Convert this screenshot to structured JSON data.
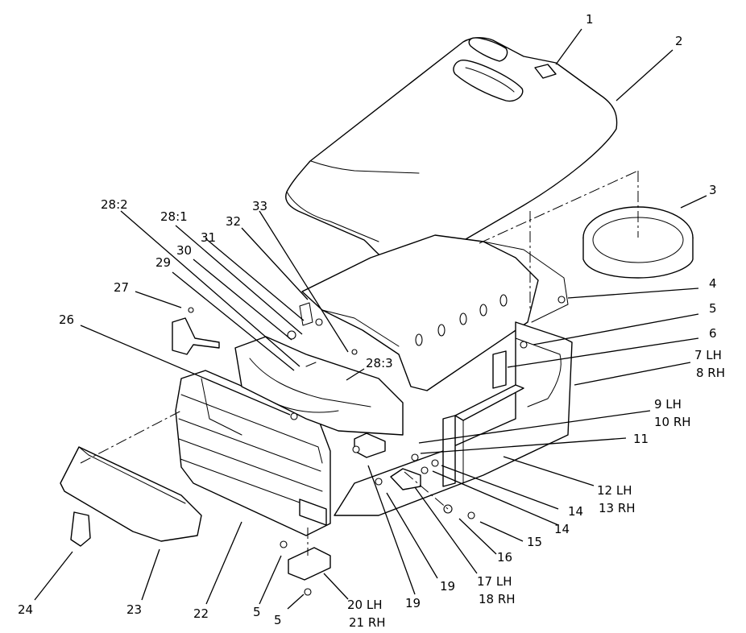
{
  "diagram": {
    "callouts": [
      {
        "id": "c1",
        "text": "1"
      },
      {
        "id": "c2",
        "text": "2"
      },
      {
        "id": "c3",
        "text": "3"
      },
      {
        "id": "c4",
        "text": "4"
      },
      {
        "id": "c5a",
        "text": "5"
      },
      {
        "id": "c6",
        "text": "6"
      },
      {
        "id": "c7",
        "text": "7 LH"
      },
      {
        "id": "c8",
        "text": "8 RH"
      },
      {
        "id": "c9",
        "text": "9 LH"
      },
      {
        "id": "c10",
        "text": "10 RH"
      },
      {
        "id": "c11",
        "text": "11"
      },
      {
        "id": "c12",
        "text": "12 LH"
      },
      {
        "id": "c13",
        "text": "13 RH"
      },
      {
        "id": "c14a",
        "text": "14"
      },
      {
        "id": "c14b",
        "text": "14"
      },
      {
        "id": "c15",
        "text": "15"
      },
      {
        "id": "c16",
        "text": "16"
      },
      {
        "id": "c17",
        "text": "17 LH"
      },
      {
        "id": "c18",
        "text": "18 RH"
      },
      {
        "id": "c19a",
        "text": "19"
      },
      {
        "id": "c19b",
        "text": "19"
      },
      {
        "id": "c20",
        "text": "20 LH"
      },
      {
        "id": "c21",
        "text": "21 RH"
      },
      {
        "id": "c5b",
        "text": "5"
      },
      {
        "id": "c5c",
        "text": "5"
      },
      {
        "id": "c22",
        "text": "22"
      },
      {
        "id": "c23",
        "text": "23"
      },
      {
        "id": "c24",
        "text": "24"
      },
      {
        "id": "c26",
        "text": "26"
      },
      {
        "id": "c27",
        "text": "27"
      },
      {
        "id": "c28-2",
        "text": "28:2"
      },
      {
        "id": "c28-1",
        "text": "28:1"
      },
      {
        "id": "c29",
        "text": "29"
      },
      {
        "id": "c30",
        "text": "30"
      },
      {
        "id": "c31",
        "text": "31"
      },
      {
        "id": "c32",
        "text": "32"
      },
      {
        "id": "c33",
        "text": "33"
      },
      {
        "id": "c28-3",
        "text": "28:3"
      }
    ]
  }
}
